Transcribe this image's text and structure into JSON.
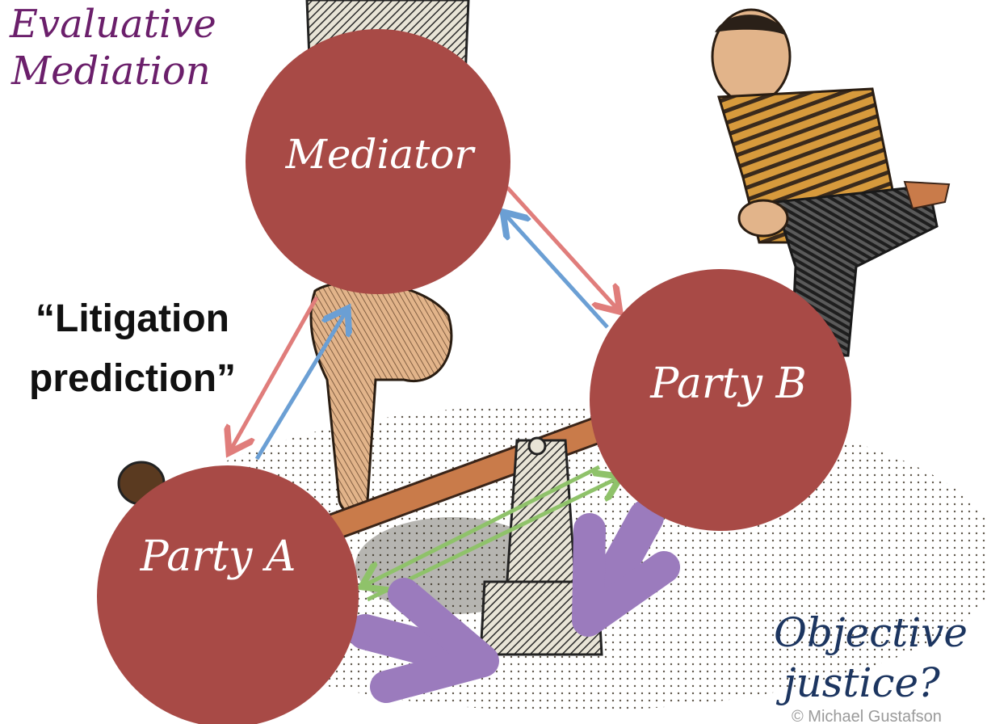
{
  "title_line1": "Evaluative",
  "title_line2": "Mediation",
  "mediator_label": "Mediator",
  "party_a_label": "Party A",
  "party_b_label": "Party B",
  "litigation_line1": "“Litigation",
  "litigation_line2": "prediction”",
  "objective_line1": "Objective",
  "objective_line2": "justice?",
  "credit": "© Michael Gustafson",
  "colors": {
    "title": "#6b1f6b",
    "circle": "#a84a46",
    "circle_text": "#ffffff",
    "objective": "#1c3560",
    "red_arrow": "#e07d7b",
    "blue_arrow": "#6b9fd4",
    "green_arrow": "#8fc26a",
    "purple_arrow": "#9b7bbd"
  }
}
